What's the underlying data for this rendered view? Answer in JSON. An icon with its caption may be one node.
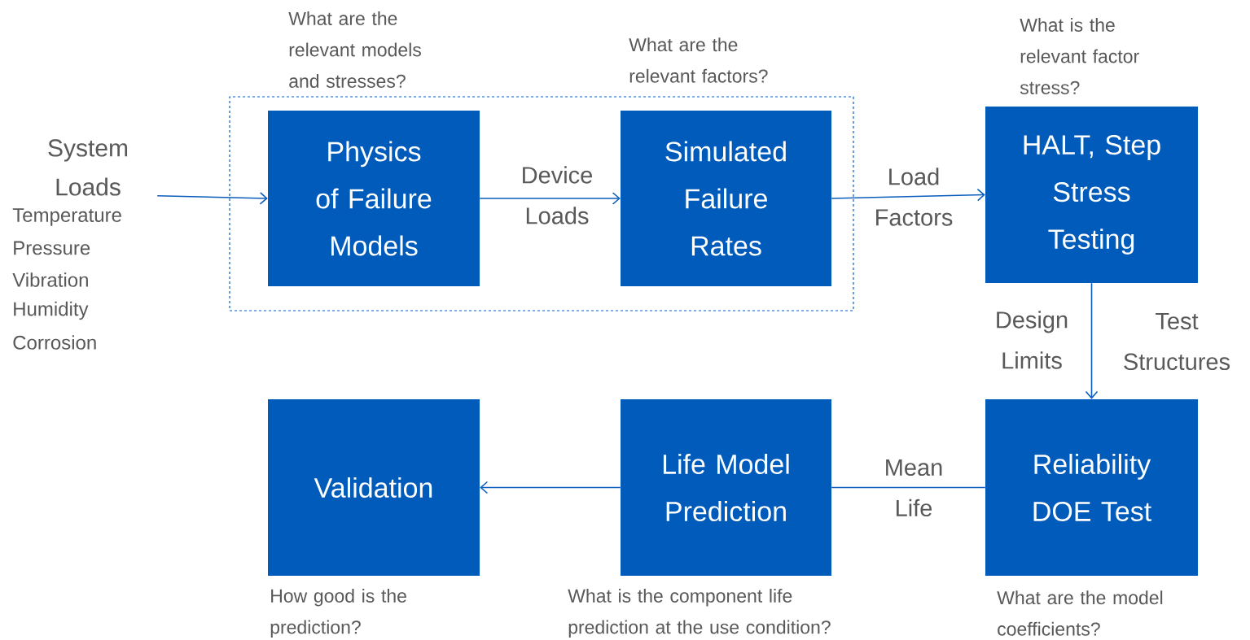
{
  "diagram": {
    "nodes": [
      {
        "text": [],
        "shape": "box"
      },
      {
        "text": [
          "System Loads"
        ],
        "beside": [
          "Temperature",
          "Pressure",
          "Vibration",
          "Humidity",
          "Corrosion"
        ]
      },
      {
        "text": [
          "Physics of Failure Models"
        ],
        "in": 0,
        "beside": [
          "What are the relevant models and stresses?"
        ]
      },
      {
        "text": [
          "Simulated Failure Rates"
        ],
        "in": 0,
        "beside": [
          "What are the relevant factors?"
        ]
      },
      {
        "text": [
          "HALT, Step Stress Testing"
        ],
        "beside": [
          "What is the relevant factor stress?"
        ]
      },
      {
        "text": [
          "Validation"
        ],
        "beside": [
          "How good is the prediction?"
        ]
      },
      {
        "text": [
          "Life Model Prediction"
        ],
        "beside": [
          "What is the component life prediction at the use condition?"
        ]
      },
      {
        "text": [
          "Reliability DOE Test"
        ],
        "beside": [
          "What are the model coefficients?"
        ]
      }
    ],
    "edges": [
      {
        "from": 1,
        "to": 2,
        "arrow": "to"
      },
      {
        "from": 2,
        "to": 3,
        "arrow": "to",
        "label": "Device Loads"
      },
      {
        "from": 3,
        "to": 4,
        "arrow": "to",
        "label": "Load Factors"
      },
      {
        "from": 4,
        "to": 7,
        "arrow": "to",
        "label": "Design Limits"
      },
      {
        "from": 7,
        "to": 6,
        "arrow": "none",
        "label": "Mean Life"
      },
      {
        "from": 6,
        "to": 5,
        "arrow": "to"
      }
    ],
    "labels": [
      "Test Structures"
    ]
  }
}
